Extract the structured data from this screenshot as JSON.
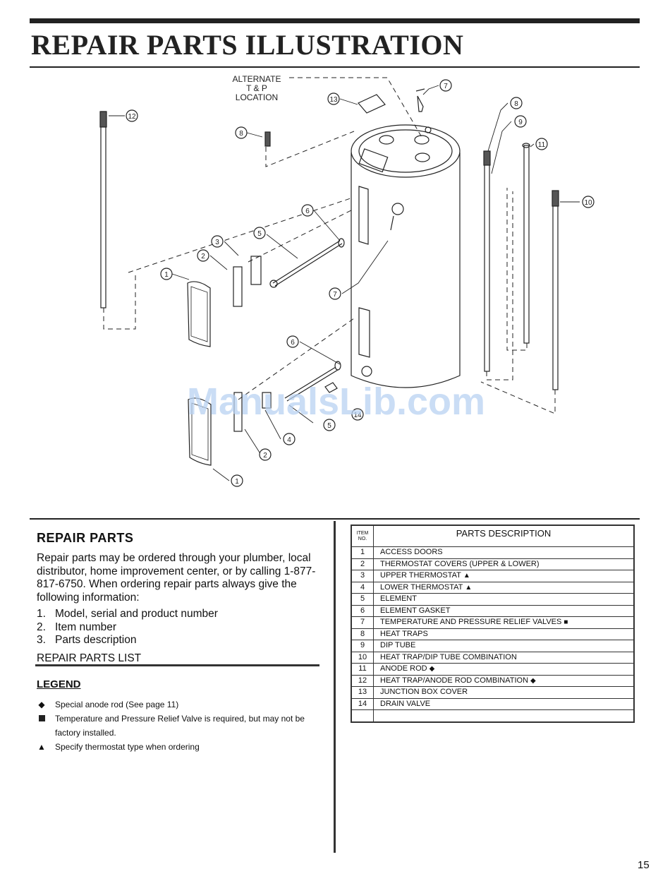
{
  "header": {
    "title": "REPAIR PARTS ILLUSTRATION"
  },
  "illustration": {
    "alternate_label": [
      "ALTERNATE",
      "T & P",
      "LOCATION"
    ],
    "callouts": [
      "12",
      "8",
      "13",
      "7",
      "8",
      "9",
      "11",
      "10",
      "6",
      "5",
      "3",
      "2",
      "1",
      "7",
      "6",
      "5",
      "4",
      "2",
      "1",
      "14"
    ]
  },
  "repair_parts": {
    "heading": "REPAIR PARTS",
    "paragraph": "Repair parts may be ordered through your plumber, local distributor, home improvement center, or by calling 1-877-817-6750. When ordering repair parts always give the following information:",
    "info_items": [
      {
        "num": "1.",
        "text": "Model, serial and product number"
      },
      {
        "num": "2.",
        "text": "Item number"
      },
      {
        "num": "3.",
        "text": "Parts description"
      }
    ],
    "list_heading": "REPAIR PARTS LIST"
  },
  "legend": {
    "title": "LEGEND",
    "items": [
      {
        "symbol": "diamond",
        "glyph": "◆",
        "text": "Special anode rod (See page 11)"
      },
      {
        "symbol": "square",
        "glyph": "",
        "text": "Temperature and Pressure Relief Valve is required, but may not be factory installed."
      },
      {
        "symbol": "triangle",
        "glyph": "▲",
        "text": "Specify thermostat type when ordering"
      }
    ]
  },
  "parts_table": {
    "header_item_line1": "ITEM",
    "header_item_line2": "NO.",
    "header_desc": "PARTS DESCRIPTION",
    "rows": [
      {
        "no": "1",
        "desc": "ACCESS DOORS",
        "mark": ""
      },
      {
        "no": "2",
        "desc": "THERMOSTAT COVERS (UPPER & LOWER)",
        "mark": ""
      },
      {
        "no": "3",
        "desc": "UPPER THERMOSTAT",
        "mark": "▲"
      },
      {
        "no": "4",
        "desc": "LOWER THERMOSTAT",
        "mark": "▲"
      },
      {
        "no": "5",
        "desc": "ELEMENT",
        "mark": ""
      },
      {
        "no": "6",
        "desc": "ELEMENT GASKET",
        "mark": ""
      },
      {
        "no": "7",
        "desc": "TEMPERATURE AND PRESSURE RELIEF VALVES",
        "mark": "■"
      },
      {
        "no": "8",
        "desc": "HEAT TRAPS",
        "mark": ""
      },
      {
        "no": "9",
        "desc": "DIP TUBE",
        "mark": ""
      },
      {
        "no": "10",
        "desc": "HEAT TRAP/DIP TUBE COMBINATION",
        "mark": ""
      },
      {
        "no": "11",
        "desc": "ANODE ROD",
        "mark": "◆"
      },
      {
        "no": "12",
        "desc": "HEAT TRAP/ANODE ROD COMBINATION",
        "mark": "◆"
      },
      {
        "no": "13",
        "desc": "JUNCTION BOX COVER",
        "mark": ""
      },
      {
        "no": "14",
        "desc": "DRAIN VALVE",
        "mark": ""
      },
      {
        "no": "",
        "desc": "",
        "mark": ""
      }
    ]
  },
  "watermark": "ManualsLib.com",
  "page_number": "15"
}
